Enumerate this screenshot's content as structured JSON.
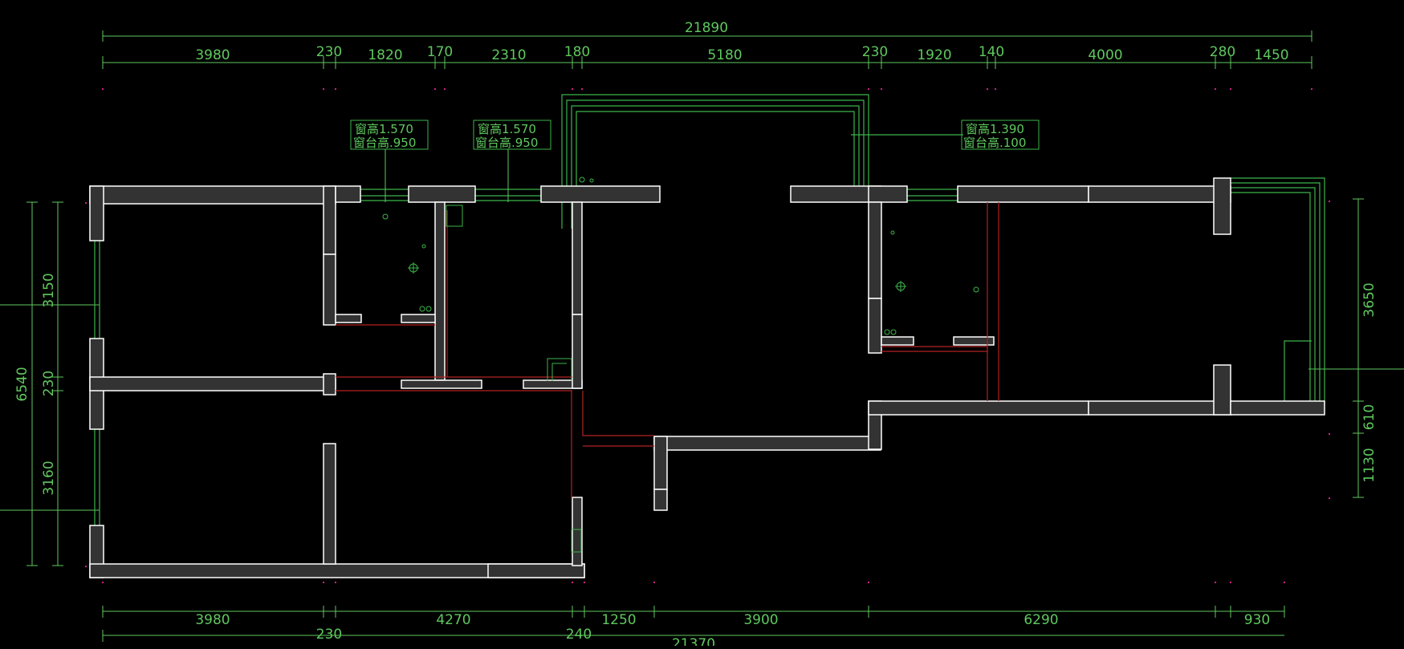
{
  "dimensions": {
    "top_total": "21890",
    "top_segments": [
      "3980",
      "230",
      "1820",
      "170",
      "2310",
      "180",
      "5180",
      "230",
      "1920",
      "140",
      "4000",
      "280",
      "1450"
    ],
    "bottom_segments": [
      "3980",
      "4270",
      "1250",
      "3900",
      "6290",
      "930"
    ],
    "bottom_small": [
      "230",
      "240"
    ],
    "bottom_total": "21370",
    "left_total": "6540",
    "left_segments": [
      "3150",
      "230",
      "3160"
    ],
    "right_segments": [
      "3650",
      "610",
      "1130"
    ]
  },
  "window_notes": [
    {
      "line1": "窗高1.570",
      "line2": "窗台高.950"
    },
    {
      "line1": "窗高1.570",
      "line2": "窗台高.950"
    },
    {
      "line1": "窗高1.390",
      "line2": "窗台高.100"
    }
  ],
  "colors": {
    "background": "#000000",
    "dimension_line": "#5fc85f",
    "wall_fill": "#333333",
    "wall_outline": "#ffffff",
    "window_line": "#3cb44b",
    "pipe_line": "#b22222",
    "marker": "#d0208a"
  }
}
